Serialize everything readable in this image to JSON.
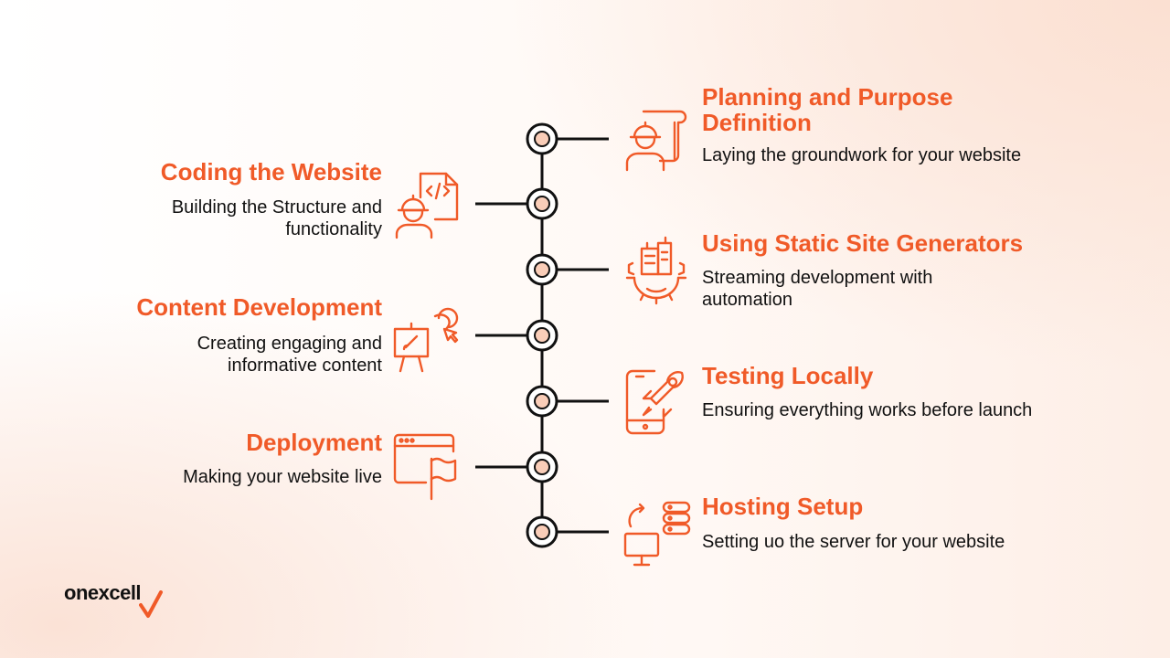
{
  "steps_right": [
    {
      "title": "Planning and Purpose Definition",
      "desc": "Laying the groundwork for your website",
      "icon": "planner-icon"
    },
    {
      "title": "Using Static Site Generators",
      "desc": "Streaming development with automation",
      "icon": "gear-building-icon"
    },
    {
      "title": "Testing Locally",
      "desc": "Ensuring everything works before launch",
      "icon": "phone-rocket-icon"
    },
    {
      "title": "Hosting Setup",
      "desc": "Setting uo the server for your website",
      "icon": "server-monitor-icon"
    }
  ],
  "steps_left": [
    {
      "title": "Coding the Website",
      "desc": "Building the Structure and functionality",
      "icon": "developer-code-icon"
    },
    {
      "title": "Content Development",
      "desc": "Creating engaging and informative content",
      "icon": "easel-creative-icon"
    },
    {
      "title": "Deployment",
      "desc": "Making your website live",
      "icon": "browser-flag-icon"
    }
  ],
  "logo": {
    "text": "onexcell"
  },
  "colors": {
    "accent": "#f05a28",
    "node_fill": "#f9cdb8",
    "line": "#111111"
  }
}
